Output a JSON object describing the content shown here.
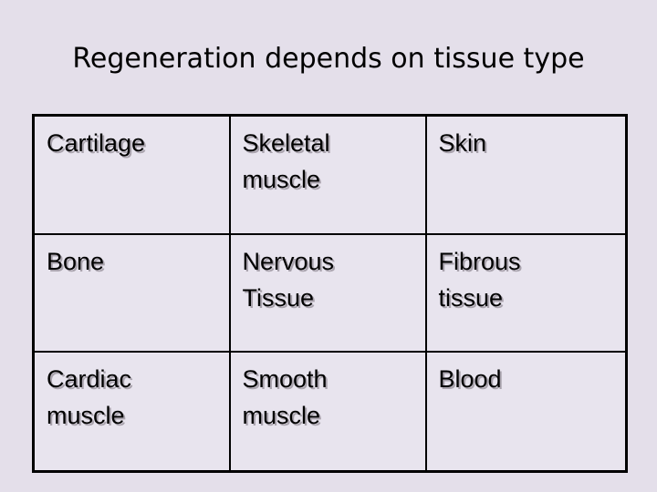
{
  "slide": {
    "title": "Regeneration depends on tissue type",
    "background_color": "#e4dfea",
    "cell_background_color": "#e8e4ee",
    "border_color": "#000000",
    "text_color": "#000000",
    "text_shadow_color": "#a9a3ad"
  },
  "table": {
    "rows": [
      {
        "cells": [
          {
            "text": "Cartilage"
          },
          {
            "text": "Skeletal\nmuscle"
          },
          {
            "text": "Skin"
          }
        ]
      },
      {
        "cells": [
          {
            "text": "Bone"
          },
          {
            "text": "Nervous\nTissue"
          },
          {
            "text": "Fibrous\ntissue"
          }
        ]
      },
      {
        "cells": [
          {
            "text": "Cardiac\nmuscle"
          },
          {
            "text": "Smooth\nmuscle"
          },
          {
            "text": "Blood"
          }
        ]
      }
    ]
  }
}
